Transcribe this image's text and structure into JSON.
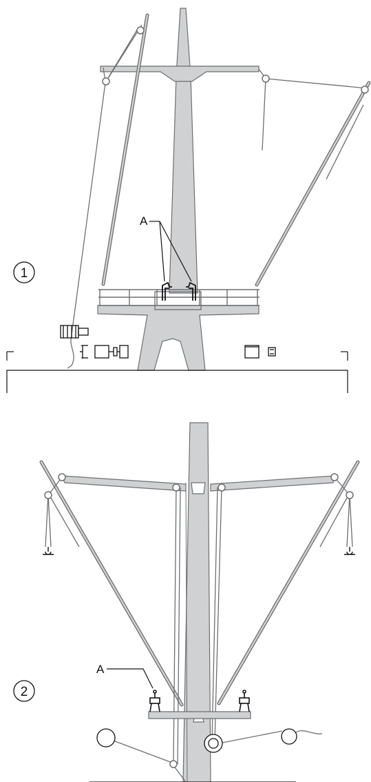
{
  "figure_1": {
    "number": "1",
    "callout": "A"
  },
  "figure_2": {
    "number": "2",
    "callout": "A"
  },
  "colors": {
    "structure_fill": "#cfd1d3",
    "structure_stroke": "#6d6e71",
    "rope": "#6d6e71",
    "ink": "#111111"
  }
}
